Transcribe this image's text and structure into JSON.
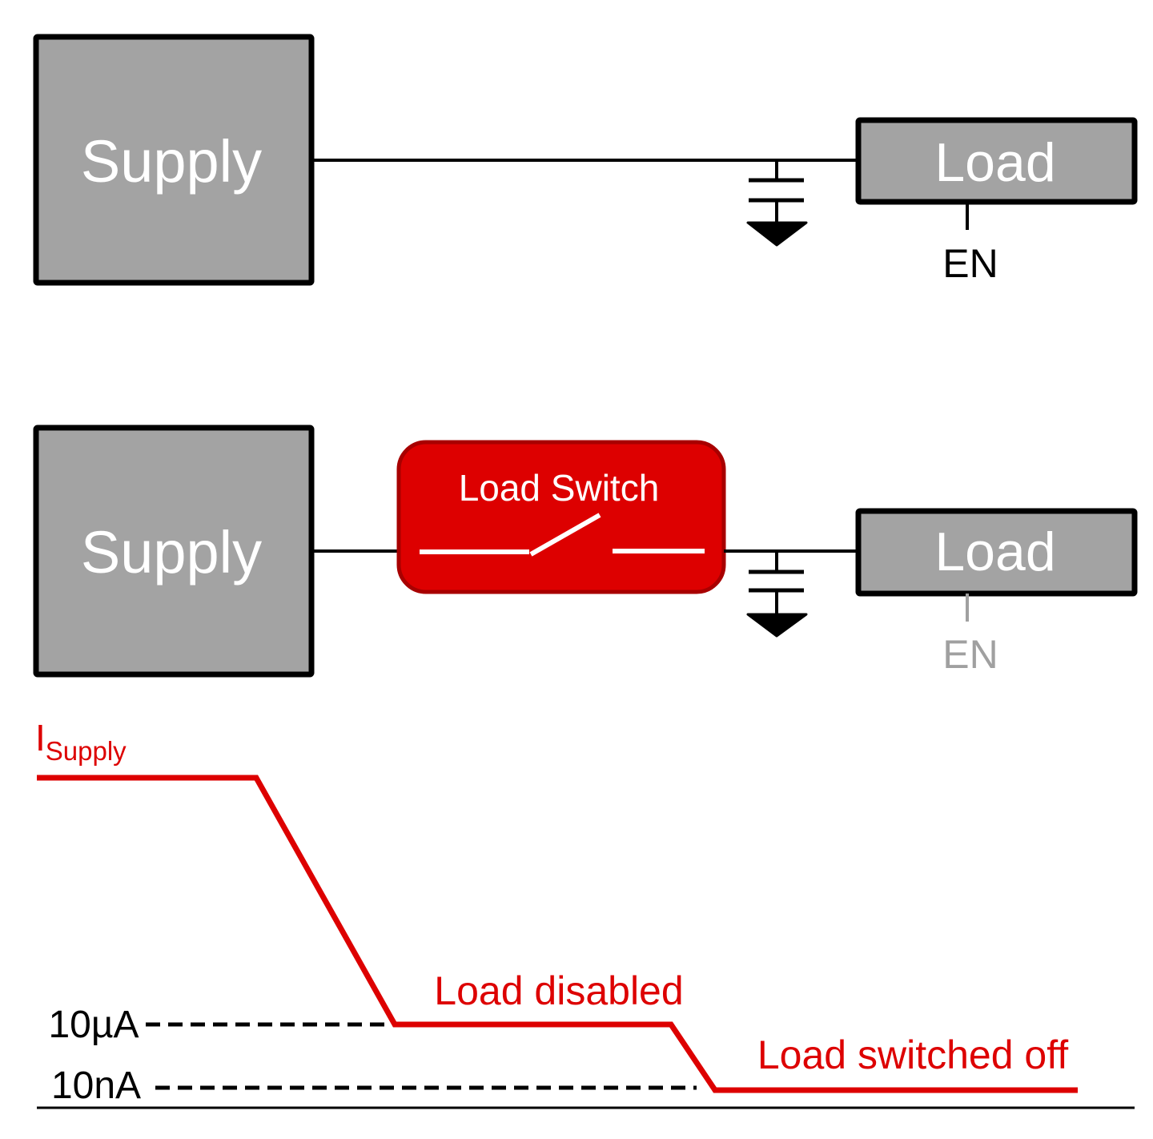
{
  "diagram_top": {
    "supply_label": "Supply",
    "load_label": "Load",
    "enable_label": "EN"
  },
  "diagram_bottom": {
    "supply_label": "Supply",
    "switch_label": "Load Switch",
    "load_label": "Load",
    "enable_label": "EN"
  },
  "current_plot": {
    "axis_label_main": "I",
    "axis_label_sub": "Supply",
    "level_labels": [
      "10µA",
      "10nA"
    ],
    "annotations": {
      "load_disabled": "Load disabled",
      "load_switched_off": "Load switched off"
    }
  },
  "colors": {
    "block_fill": "#a3a3a3",
    "block_border": "#000000",
    "switch_fill": "#dd0000",
    "switch_border": "#a80000",
    "trace": "#dd0000",
    "en_inactive": "#a0a0a0",
    "text_dark": "#000000",
    "text_light": "#ffffff"
  }
}
